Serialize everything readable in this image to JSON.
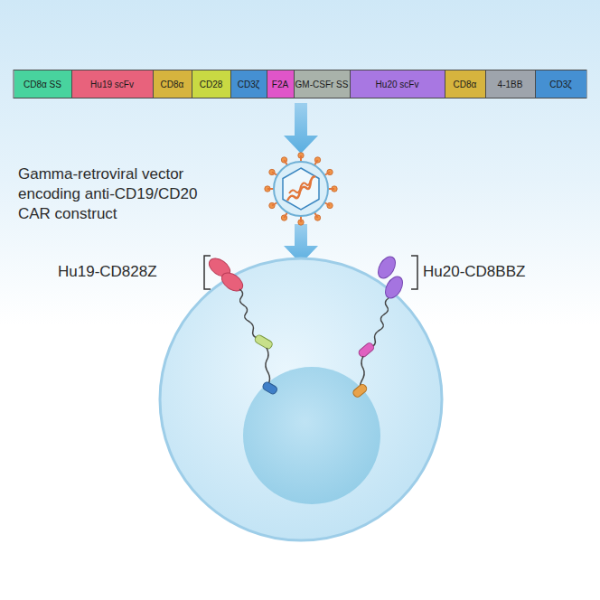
{
  "diagram": {
    "nodes": [
      {
        "text": [
          "CD8α SS"
        ]
      },
      {
        "text": [
          "Hu19 scFv"
        ]
      },
      {
        "text": [
          "CD8α"
        ]
      },
      {
        "text": [
          "CD28"
        ]
      },
      {
        "text": [
          "CD3ζ"
        ]
      },
      {
        "text": [
          "F2A"
        ]
      },
      {
        "text": [
          "GM-CSFr SS"
        ]
      },
      {
        "text": [
          "Hu20 scFv"
        ]
      },
      {
        "text": [
          "CD8α"
        ]
      },
      {
        "text": [
          "4-1BB"
        ]
      },
      {
        "text": [
          "CD3ζ"
        ]
      }
    ],
    "labels": [
      "Gamma-retroviral vector encoding anti-CD19/CD20 CAR construct",
      "Hu19-CD828Z",
      "Hu20-CD8BBZ"
    ]
  }
}
